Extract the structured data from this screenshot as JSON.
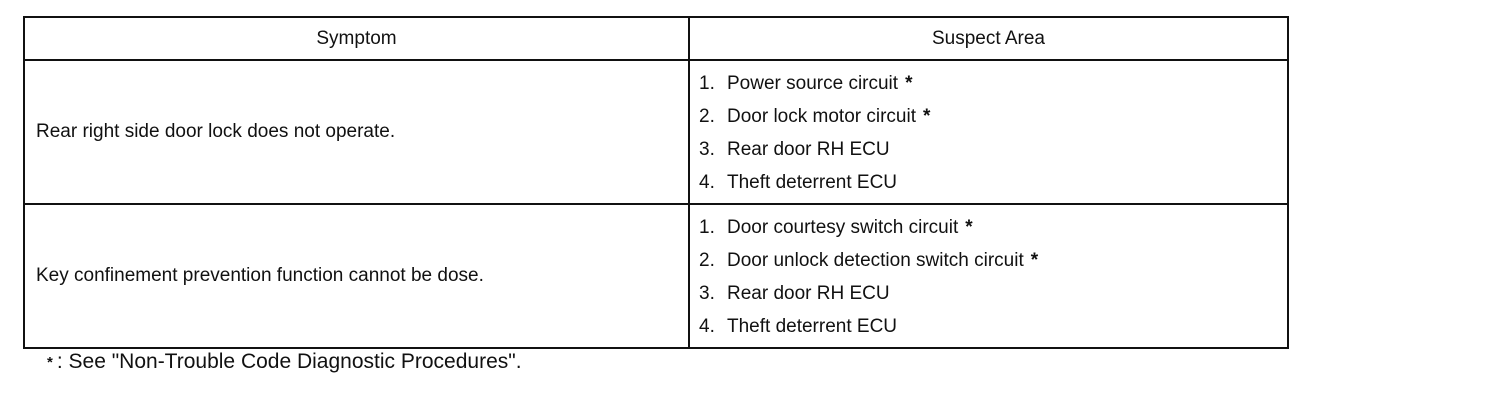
{
  "table": {
    "headers": {
      "symptom": "Symptom",
      "suspect_area": "Suspect Area"
    },
    "rows": [
      {
        "symptom": "Rear right side door lock does not operate.",
        "items": [
          {
            "num": "1.",
            "text": "Power source circuit",
            "star": "*"
          },
          {
            "num": "2.",
            "text": "Door lock motor circuit",
            "star": "*"
          },
          {
            "num": "3.",
            "text": "Rear door RH ECU",
            "star": ""
          },
          {
            "num": "4.",
            "text": "Theft deterrent ECU",
            "star": ""
          }
        ]
      },
      {
        "symptom": "Key confinement prevention function cannot be dose.",
        "items": [
          {
            "num": "1.",
            "text": "Door courtesy switch circuit",
            "star": "*"
          },
          {
            "num": "2.",
            "text": "Door unlock detection switch circuit",
            "star": "*"
          },
          {
            "num": "3.",
            "text": "Rear door RH ECU",
            "star": ""
          },
          {
            "num": "4.",
            "text": "Theft deterrent ECU",
            "star": ""
          }
        ]
      }
    ]
  },
  "footnote": {
    "symbol": "*",
    "text": ": See \"Non-Trouble Code Diagnostic Procedures\"."
  }
}
